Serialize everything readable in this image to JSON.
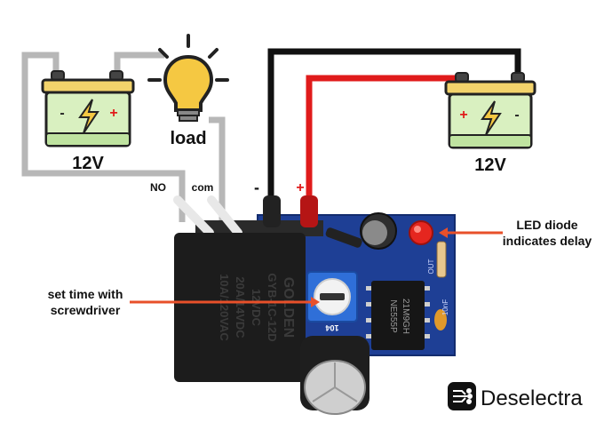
{
  "batteries": {
    "left": {
      "voltage": "12V",
      "minus": "-",
      "plus": "+"
    },
    "right": {
      "voltage": "12V",
      "minus": "-",
      "plus": "+"
    }
  },
  "load": {
    "label": "load"
  },
  "terminals": {
    "no": "NO",
    "com": "com",
    "minus": "-",
    "plus": "+"
  },
  "relay": {
    "brand": "GOLDEN",
    "model": "GYB-1C-12D",
    "rating1": "12VDC",
    "rating2": "20A/14VDC",
    "rating3": "10A/120VAC"
  },
  "pcb": {
    "timer_chip": "NE555P",
    "timer_chip_code": "21M9GH",
    "potentiometer_code": "104",
    "cap_label": "10nF",
    "out_label": "OUT"
  },
  "annotations": {
    "led": {
      "line1": "LED diode",
      "line2": "indicates delay"
    },
    "screw": {
      "line1": "set time with",
      "line2": "screwdriver"
    }
  },
  "brand": {
    "name": "Deselectra"
  },
  "colors": {
    "gray_wire": "#b7b7b7",
    "black_wire": "#111111",
    "red_wire": "#e01b1b",
    "pcb": "#1e3f95",
    "relay": "#1c1c1c",
    "arrow": "#e8502a",
    "battery_top": "#f3d36b",
    "battery_body": "#d9f0c0",
    "battery_outline": "#222222",
    "bulb": "#f5c842"
  }
}
